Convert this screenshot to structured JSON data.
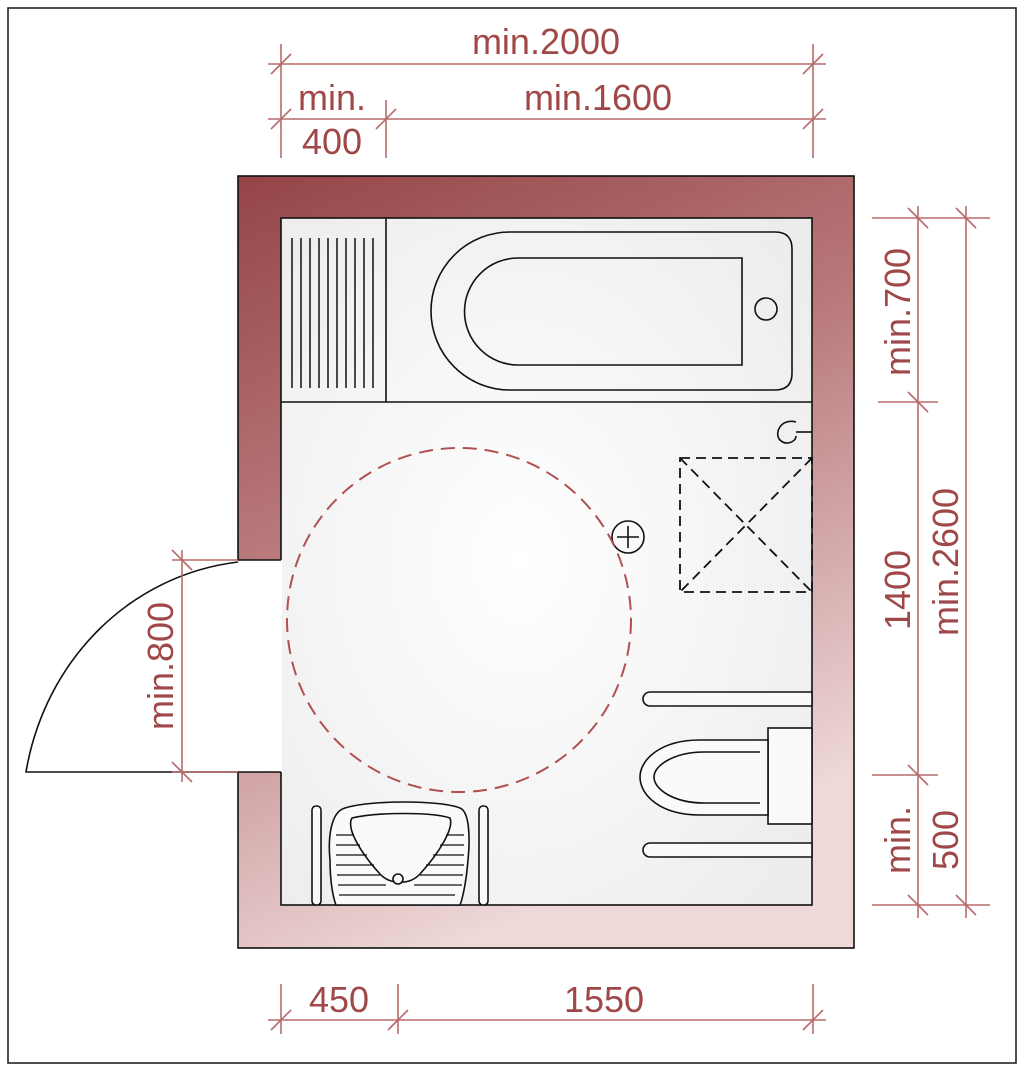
{
  "colors": {
    "wall": "#9a4a4c",
    "wall_light": "#e6c8c8",
    "dimension": "#a04848",
    "turning_circle": "#b05050",
    "floor": "#f4f4f4",
    "line": "#111111"
  },
  "dimensions": {
    "top_overall": "min.2000",
    "top_left_line1": "min.",
    "top_left_line2": "400",
    "top_right": "min.1600",
    "right_top": "min.700",
    "right_middle": "1400",
    "right_overall": "min.2600",
    "right_bottom_line1": "min.",
    "right_bottom_line2": "500",
    "left_door": "min.800",
    "bottom_left": "450",
    "bottom_right": "1550"
  },
  "fixtures": {
    "bathtub": "bathtub",
    "shower_tray": "shower-tray",
    "toilet": "toilet",
    "washbasin": "washbasin",
    "floor_drain": "floor-drain",
    "radiator": "towel-radiator",
    "door_swing": "door-swing",
    "turning_circle": "wheelchair-turning-circle"
  }
}
